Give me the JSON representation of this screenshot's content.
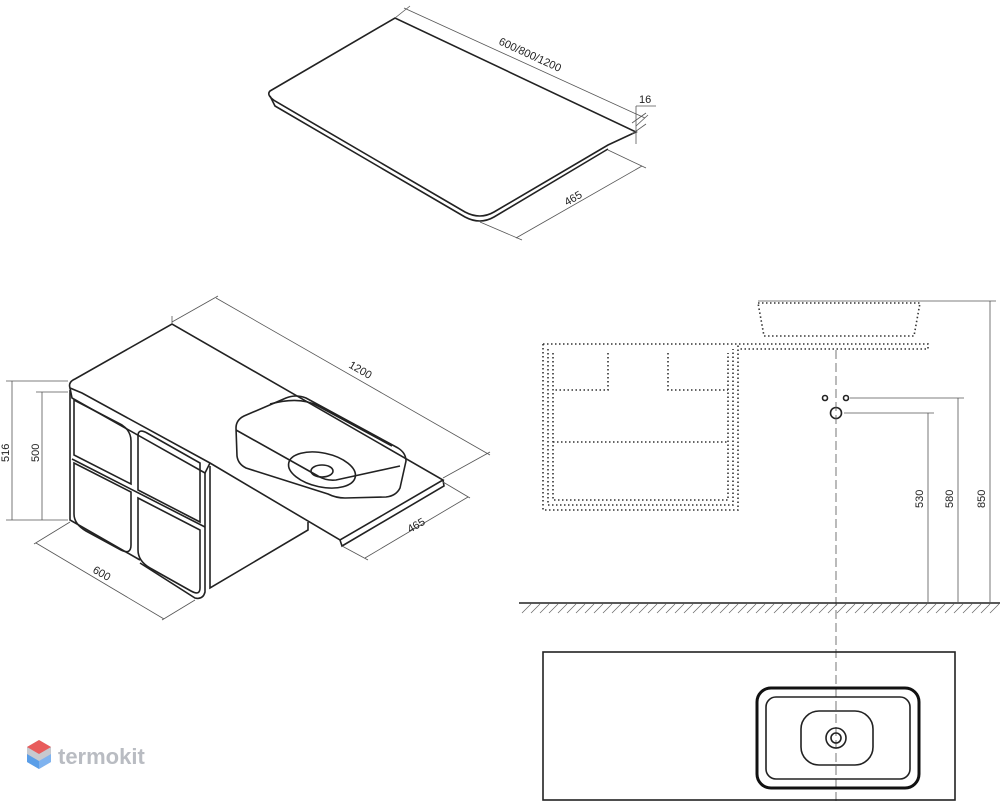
{
  "countertop_dims": {
    "length": "600/800/1200",
    "thickness": "16",
    "depth": "465"
  },
  "cabinet_dims": {
    "length": "1200",
    "depth": "465",
    "width": "600",
    "height_total": "516",
    "height_body": "500"
  },
  "elevation_dims": {
    "h1": "530",
    "h2": "580",
    "h3": "850"
  },
  "logo": {
    "text": "termokit",
    "colors": [
      "#e85c5c",
      "#5a9ee8",
      "#c7c9cf"
    ]
  }
}
